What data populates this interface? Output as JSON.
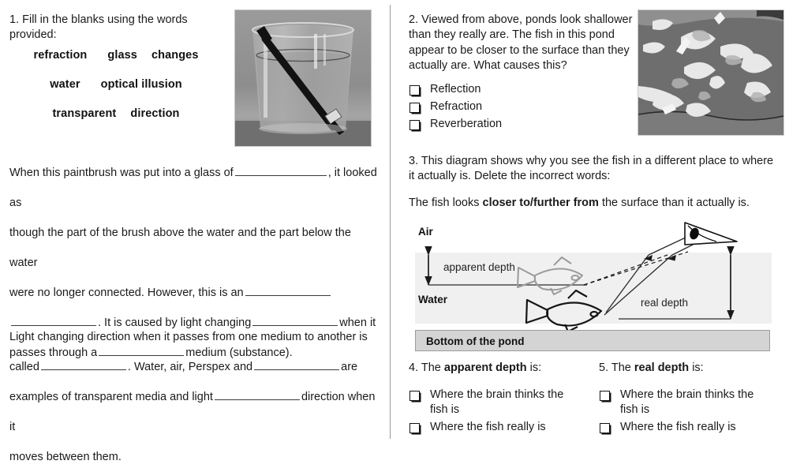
{
  "worksheet": {
    "left": {
      "q1": {
        "number_and_text": "1. Fill in the blanks using the words provided:",
        "word_bank": [
          [
            "refraction",
            "glass",
            "changes"
          ],
          [
            "water",
            "optical illusion"
          ],
          [
            "transparent",
            "direction"
          ]
        ],
        "image_alt": "paintbrush-in-glass-of-water",
        "paragraph1": {
          "s1": "When this paintbrush was put into a glass of",
          "s2": ", it looked as",
          "s3": "though the part of the brush above the water and the part below the water",
          "s4": "were no longer connected. However, this is an",
          "s5": ". It is caused by light changing",
          "s6": "when it",
          "s7": "passes through a",
          "s8": "medium (substance)."
        },
        "paragraph2": {
          "s1": "Light changing direction when it passes from one medium to another is",
          "s2": "called",
          "s3": ". Water, air, Perspex and",
          "s4": "are",
          "s5": "examples of transparent media and light",
          "s6": "direction when it",
          "s7": "moves between them."
        }
      }
    },
    "right": {
      "q2": {
        "text": "2. Viewed from above, ponds look shallower than they really are. The fish in this pond appear to be closer to the surface than they actually are. What causes this?",
        "image_alt": "koi-fish-in-pond-viewed-from-above",
        "options": [
          "Reflection",
          "Refraction",
          "Reverberation"
        ]
      },
      "q3": {
        "text": "3. This diagram shows why you see the fish in a different place to where it actually is. Delete the incorrect words:",
        "sentence_prefix": "The fish looks ",
        "sentence_bold": "closer to/further from",
        "sentence_suffix": " the surface than it actually is."
      },
      "diagram": {
        "label_air": "Air",
        "label_water": "Water",
        "label_apparent_depth": "apparent depth",
        "label_real_depth": "real depth",
        "label_bottom": "Bottom of the pond",
        "colors": {
          "water_fill": "#f0f0f0",
          "bottom_fill": "#d4d4d4",
          "bottom_border": "#9d9d9d",
          "apparent_fish_stroke": "#9b9b9b",
          "real_fish_stroke": "#1a1a1a"
        }
      },
      "q4": {
        "prefix": "4. The ",
        "bold": "apparent depth",
        "suffix": " is:",
        "options": [
          "Where the brain thinks the fish is",
          "Where the fish really is"
        ]
      },
      "q5": {
        "prefix": "5. The ",
        "bold": "real depth",
        "suffix": " is:",
        "options": [
          "Where the brain thinks the fish is",
          "Where the fish really is"
        ]
      }
    }
  }
}
